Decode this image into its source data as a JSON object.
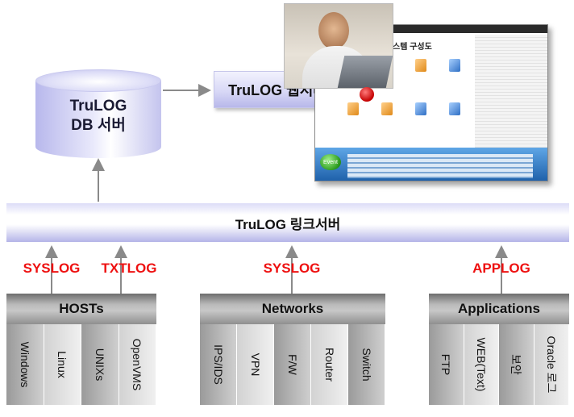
{
  "db_server": {
    "line1": "TruLOG",
    "line2": "DB 서버"
  },
  "web_server": {
    "label": "TruLOG 웹서버"
  },
  "link_server": {
    "label": "TruLOG 링크서버"
  },
  "screenshot": {
    "title": "스템 구성도",
    "event_button": "Event"
  },
  "protocols": {
    "hosts_syslog": "SYSLOG",
    "hosts_txtlog": "TXTLOG",
    "networks_syslog": "SYSLOG",
    "applications_applog": "APPLOG"
  },
  "groups": [
    {
      "title": "HOSTs",
      "items": [
        "Windows",
        "Linux",
        "UNIXs",
        "OpenVMS"
      ]
    },
    {
      "title": "Networks",
      "items": [
        "IPS/IDS",
        "VPN",
        "F/W",
        "Router",
        "Switch"
      ]
    },
    {
      "title": "Applications",
      "items": [
        "FTP",
        "WEB(Text)",
        "보안",
        "Oracle 로그"
      ]
    }
  ],
  "colors": {
    "protocol_red": "#ee1111",
    "server_lavender": "#d8d8f6",
    "group_gray": "#b9b9b9"
  }
}
